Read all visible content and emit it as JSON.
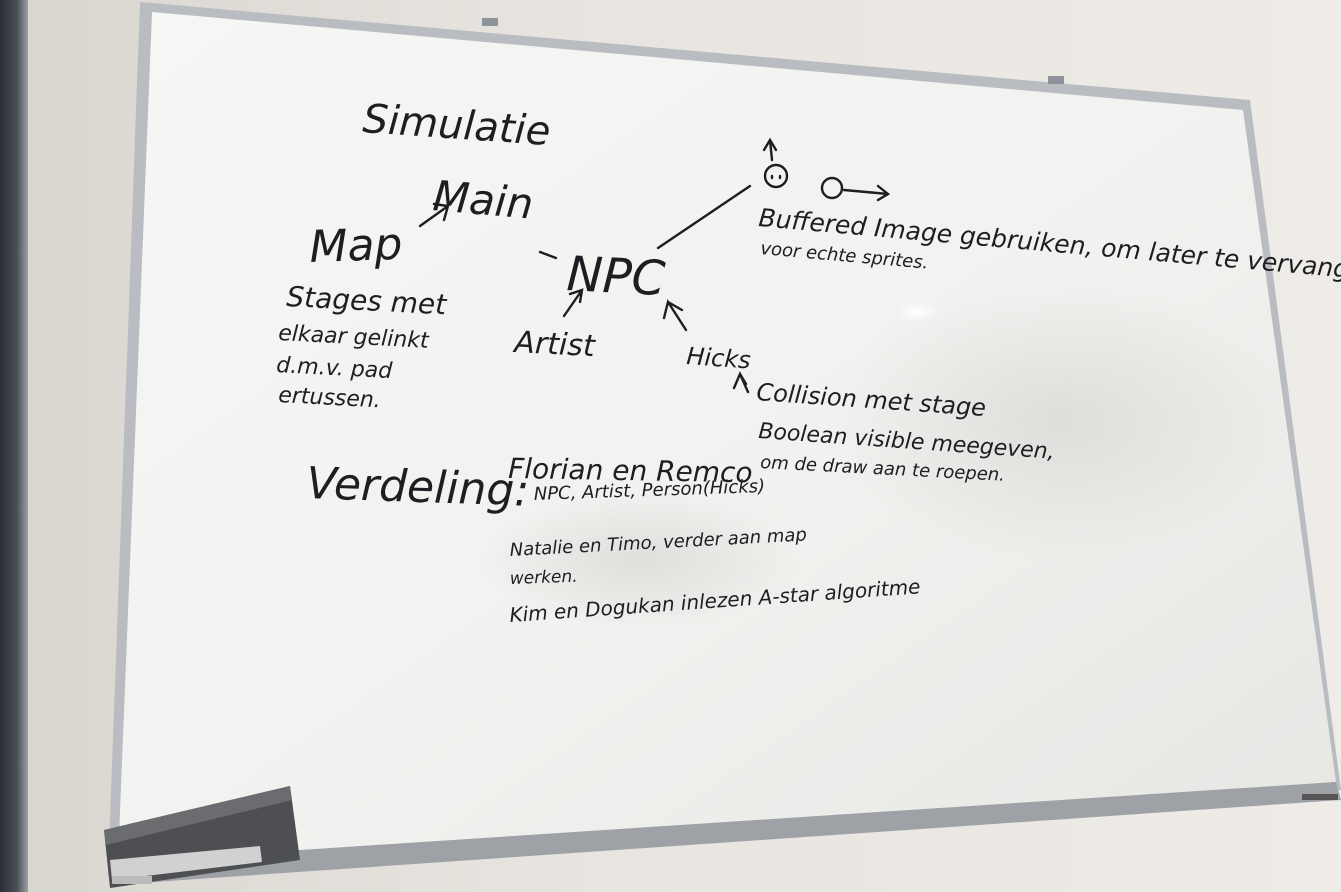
{
  "whiteboard": {
    "title": "Simulatie",
    "main": "Main",
    "map": "Map",
    "map_notes": [
      "Stages met",
      "elkaar gelinkt",
      "d.m.v. pad",
      "ertussen."
    ],
    "npc": "NPC",
    "artist": "Artist",
    "hicks": "Hicks",
    "buffered_lines": [
      "Buffered Image gebruiken, om later te vervangen",
      "voor echte sprites."
    ],
    "collision_lines": [
      "Collision met stage",
      "Boolean visible meegeven,",
      "om de draw aan te roepen."
    ],
    "verdeling_label": "Verdeling:",
    "verdeling_lines": [
      "Florian en Remco",
      "NPC, Artist, Person(Hicks)",
      "Natalie en Timo, verder aan map",
      "werken.",
      "Kim en Dogukan  inlezen  A-star algoritme"
    ]
  },
  "colors": {
    "ink": "#1d1d22",
    "board": "#f3f3f1",
    "frame": "#b9bcc0",
    "wall": "#e4e0da"
  }
}
